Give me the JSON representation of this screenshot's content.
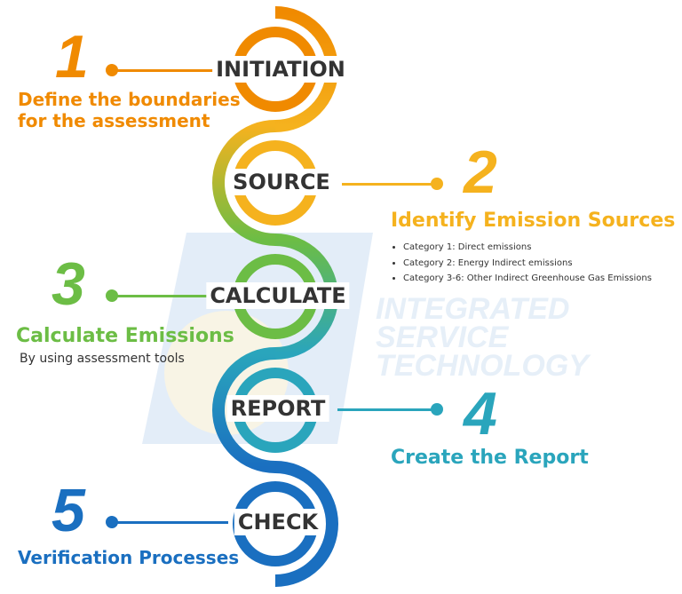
{
  "watermark": {
    "lines": [
      "INTEGRATED",
      "SERVICE",
      "TECHNOLOGY"
    ],
    "color": "#e3edf8"
  },
  "stages": [
    {
      "number": "1",
      "label": "INITIATION",
      "title_lines": [
        "Define the boundaries",
        "for the assessment"
      ],
      "color": "#f08a00"
    },
    {
      "number": "2",
      "label": "SOURCE",
      "title_lines": [
        "Identify Emission Sources"
      ],
      "bullets": [
        "Category 1: Direct emissions",
        "Category 2: Energy Indirect emissions",
        "Category 3-6: Other Indirect Greenhouse Gas Emissions"
      ],
      "color": "#f5b21e"
    },
    {
      "number": "3",
      "label": "CALCULATE",
      "title_lines": [
        "Calculate Emissions"
      ],
      "subtitle": "By using assessment tools",
      "color": "#6cbd45"
    },
    {
      "number": "4",
      "label": "REPORT",
      "title_lines": [
        "Create the Report"
      ],
      "color": "#2aa5bc"
    },
    {
      "number": "5",
      "label": "CHECK",
      "title_lines": [
        "Verification Processes"
      ],
      "color": "#1a6fc0"
    }
  ]
}
